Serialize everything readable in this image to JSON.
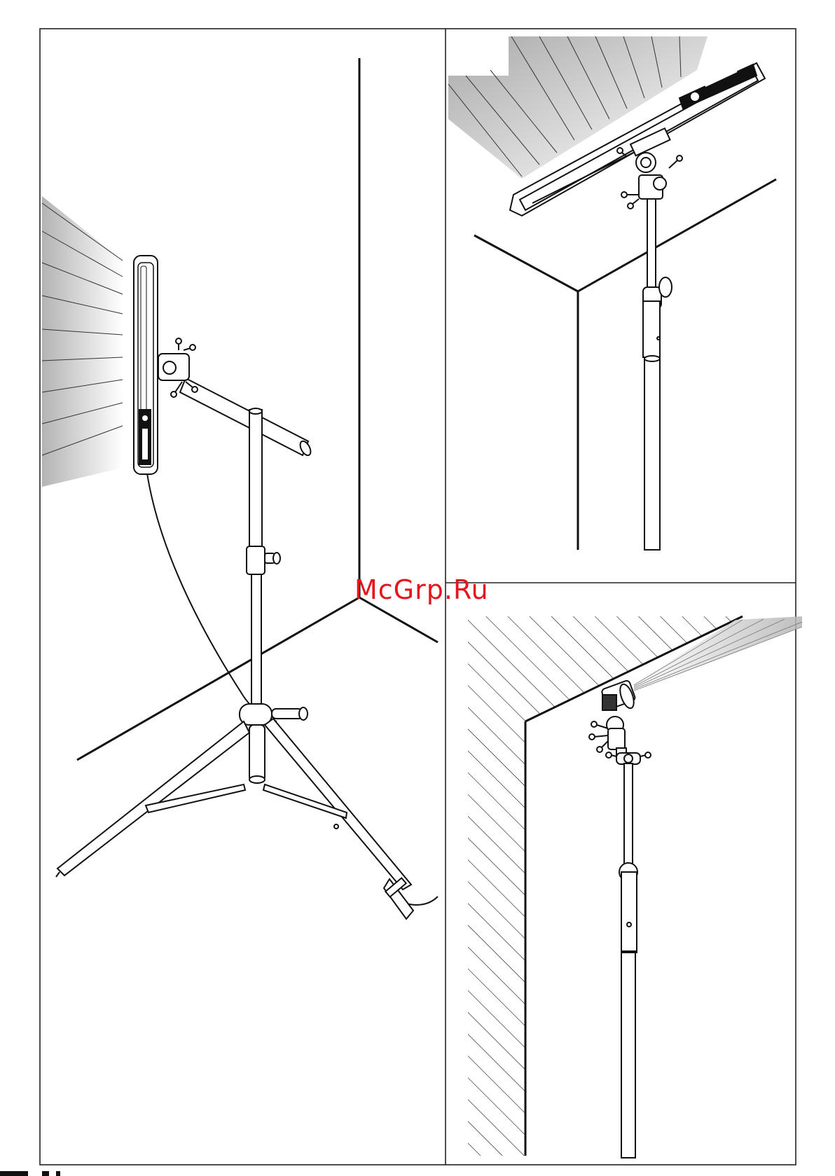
{
  "watermark": {
    "text": "McGrp.Ru",
    "color": "#e8141b"
  },
  "panels": [
    {
      "name": "tripod-wall-illumination",
      "icons": [
        "lamp-icon",
        "tripod-stand-icon",
        "light-rays-icon"
      ]
    },
    {
      "name": "ceiling-corner-illumination",
      "icons": [
        "lamp-icon",
        "telescopic-pole-icon",
        "light-rays-icon"
      ]
    },
    {
      "name": "ceiling-wall-side-illumination",
      "icons": [
        "lamp-icon",
        "telescopic-pole-icon",
        "hatched-wall-icon"
      ]
    }
  ],
  "colors": {
    "line": "#111111",
    "frame": "#222222",
    "rays": "#bdbdbd"
  }
}
